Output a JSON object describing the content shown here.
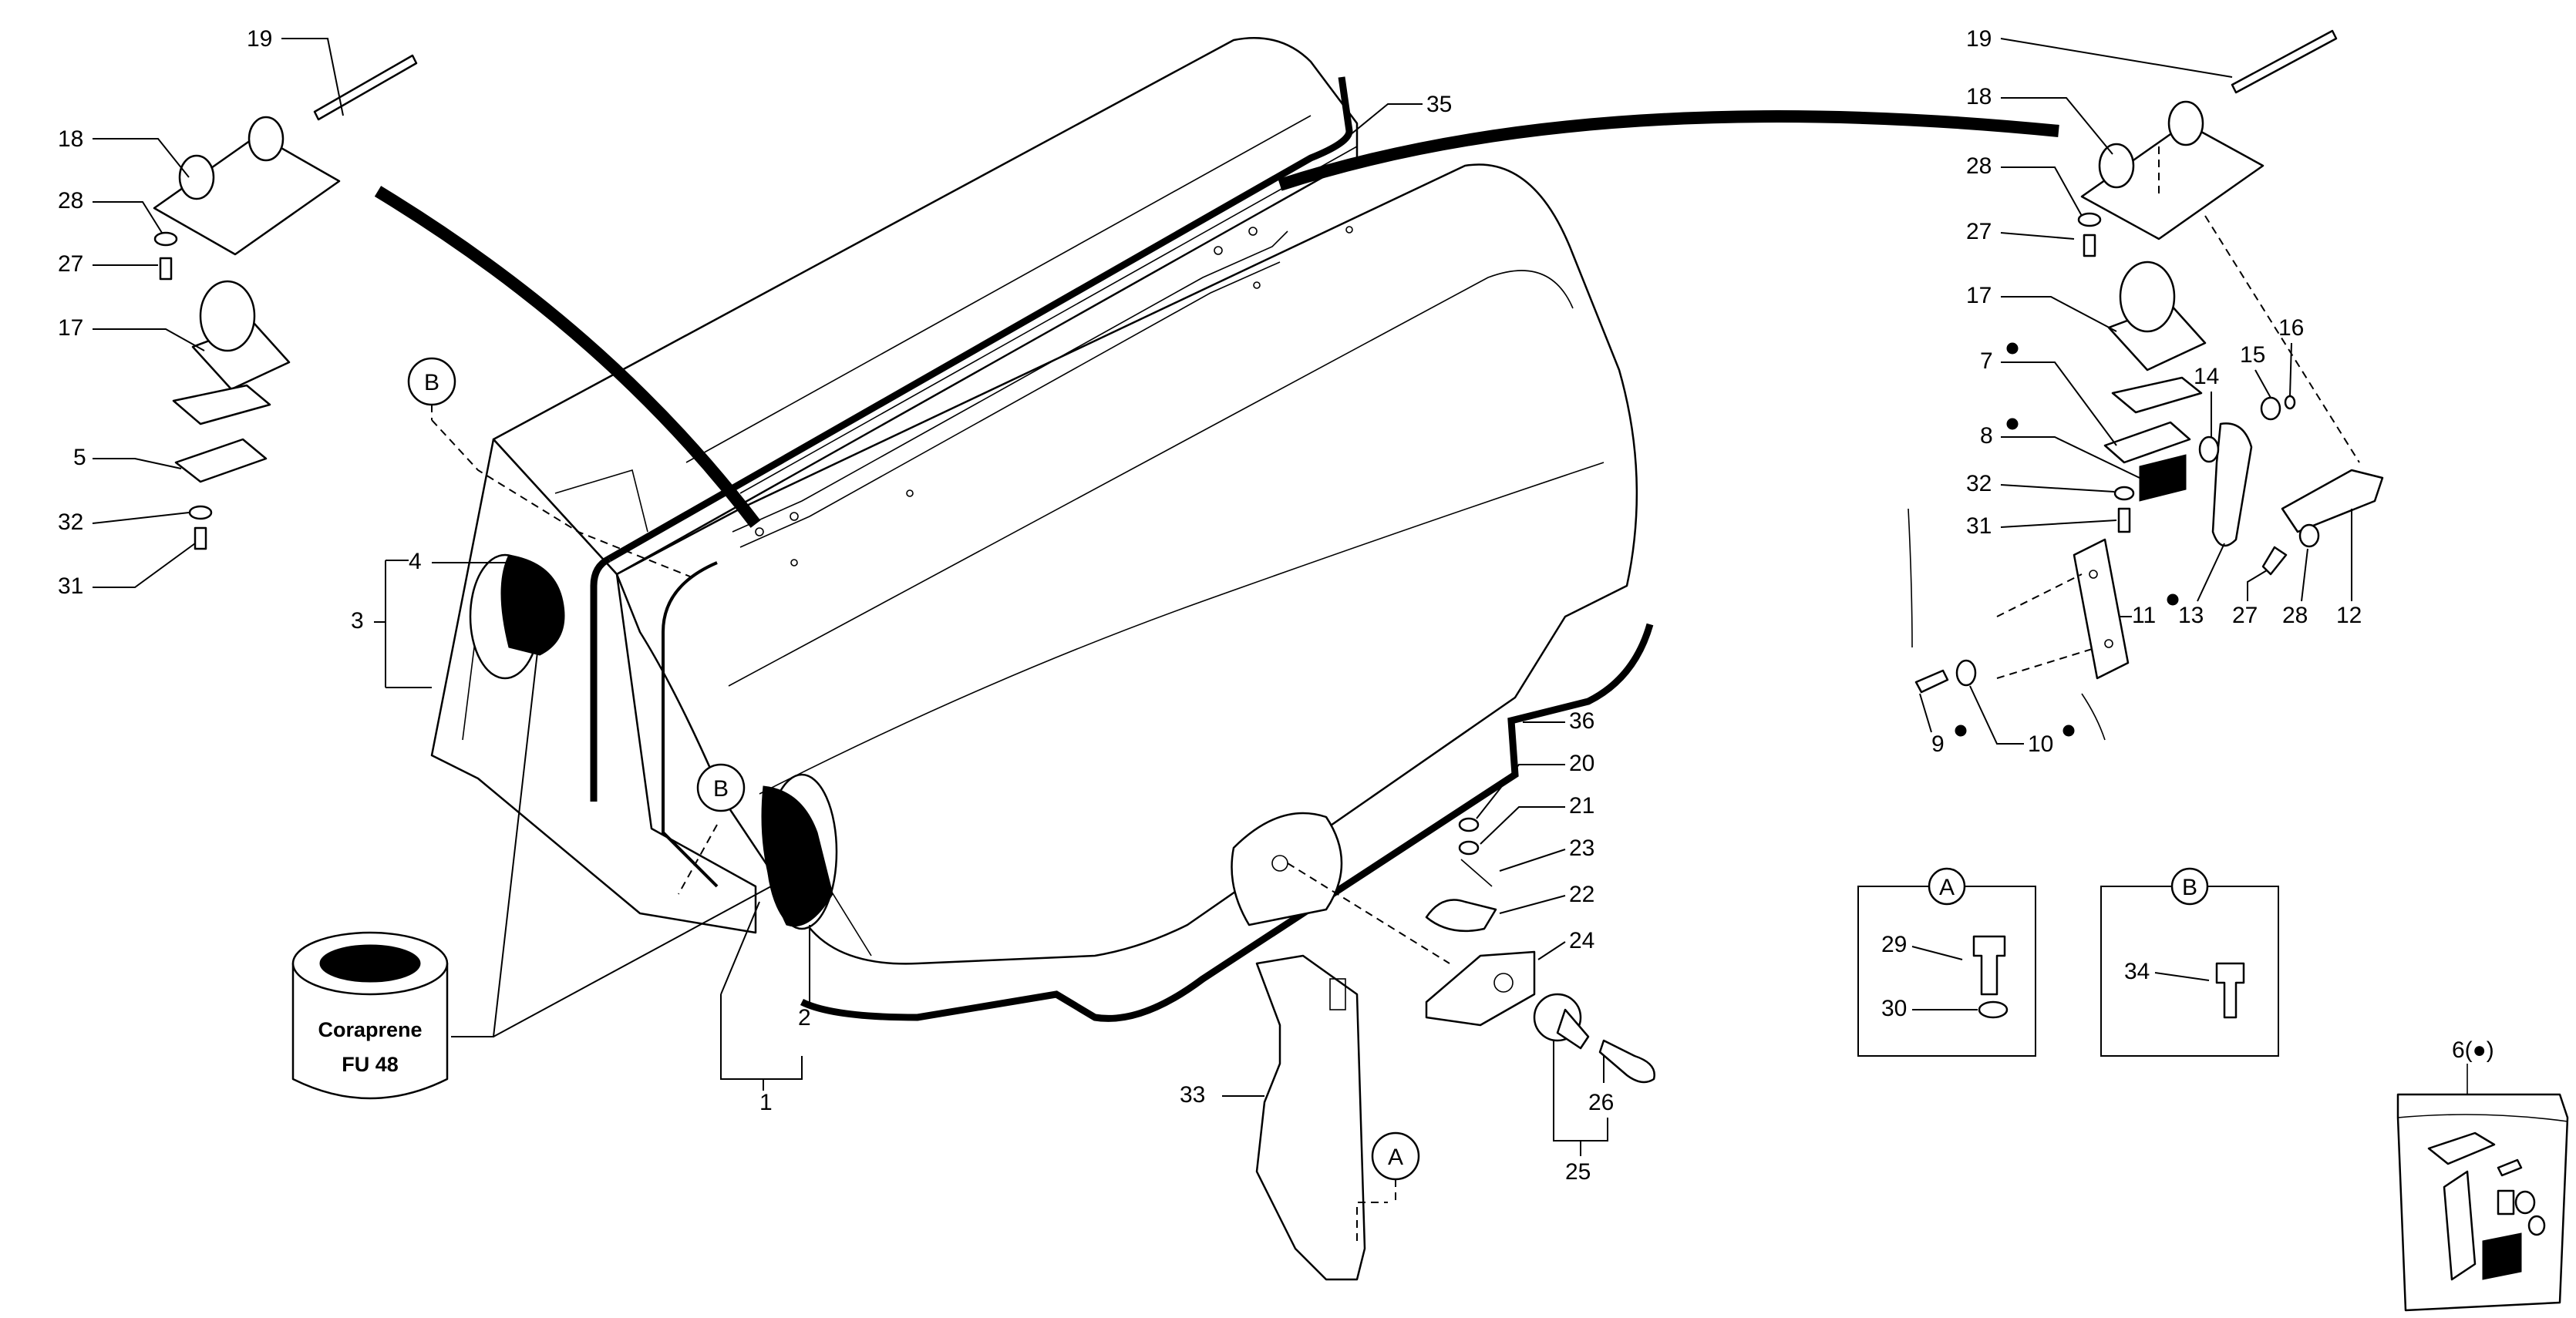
{
  "parts_left_hinge": {
    "p19": "19",
    "p18": "18",
    "p28": "28",
    "p27": "27",
    "p17": "17",
    "p5": "5",
    "p32": "32",
    "p31": "31"
  },
  "parts_body": {
    "p35": "35",
    "p4": "4",
    "p3": "3",
    "p2": "2",
    "p1": "1",
    "p36": "36",
    "p20": "20",
    "p21": "21",
    "p23": "23",
    "p22": "22",
    "p24": "24",
    "p26": "26",
    "p25": "25",
    "p33": "33"
  },
  "parts_right_hinge": {
    "p19": "19",
    "p18": "18",
    "p28a": "28",
    "p27a": "27",
    "p17": "17",
    "p7": "7",
    "p16": "16",
    "p15": "15",
    "p14": "14",
    "p8": "8",
    "p32": "32",
    "p31": "31",
    "p11": "11",
    "p13": "13",
    "p27b": "27",
    "p28b": "28",
    "p12": "12",
    "p9": "9",
    "p10": "10"
  },
  "detail_refs": {
    "b1": "B",
    "b2": "B",
    "a1": "A"
  },
  "detail_boxes": {
    "a": {
      "letter": "A",
      "p29": "29",
      "p30": "30"
    },
    "b": {
      "letter": "B",
      "p34": "34"
    }
  },
  "kit": {
    "label": "6(●)"
  },
  "adhesive_can": {
    "line1": "Coraprene",
    "line2": "FU 48"
  },
  "marker_symbol": "●"
}
